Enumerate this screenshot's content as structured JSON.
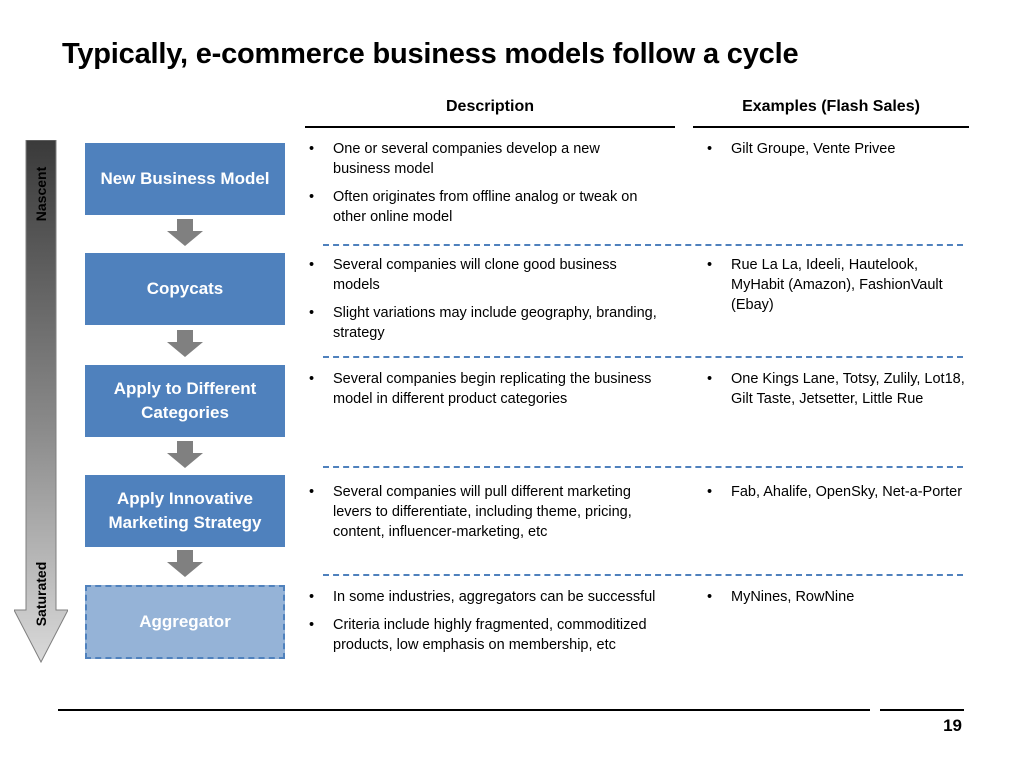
{
  "slide": {
    "title": "Typically, e-commerce business models follow a cycle",
    "page_number": "19"
  },
  "columns": {
    "description": "Description",
    "examples": "Examples (Flash Sales)"
  },
  "side_arrow": {
    "top_label": "Nascent",
    "bottom_label": "Saturated"
  },
  "stages": [
    {
      "label": "New Business Model",
      "description": [
        "One or several companies develop a new business model",
        "Often originates from offline analog or tweak on other online model"
      ],
      "examples": [
        "Gilt Groupe, Vente Privee"
      ]
    },
    {
      "label": "Copycats",
      "description": [
        "Several companies will clone good business models",
        "Slight variations may include geography, branding, strategy"
      ],
      "examples": [
        "Rue La La, Ideeli, Hautelook, MyHabit (Amazon), FashionVault (Ebay)"
      ]
    },
    {
      "label": "Apply to Different Categories",
      "description": [
        "Several companies begin replicating the business model in different product categories"
      ],
      "examples": [
        "One Kings Lane, Totsy, Zulily, Lot18, Gilt Taste, Jetsetter, Little Rue"
      ]
    },
    {
      "label": "Apply Innovative Marketing Strategy",
      "description": [
        "Several companies will pull different marketing levers to differentiate, including theme, pricing, content, influencer-marketing, etc"
      ],
      "examples": [
        "Fab, Ahalife, OpenSky, Net-a-Porter"
      ]
    },
    {
      "label": "Aggregator",
      "description": [
        "In some industries, aggregators can be successful",
        "Criteria include highly fragmented, commoditized products, low emphasis on membership, etc"
      ],
      "examples": [
        "MyNines, RowNine"
      ]
    }
  ],
  "bullet_glyph": "•",
  "colors": {
    "box_blue": "#4f81bd",
    "aggregator_fill": "#95b3d7",
    "arrow_gray": "#808080"
  }
}
